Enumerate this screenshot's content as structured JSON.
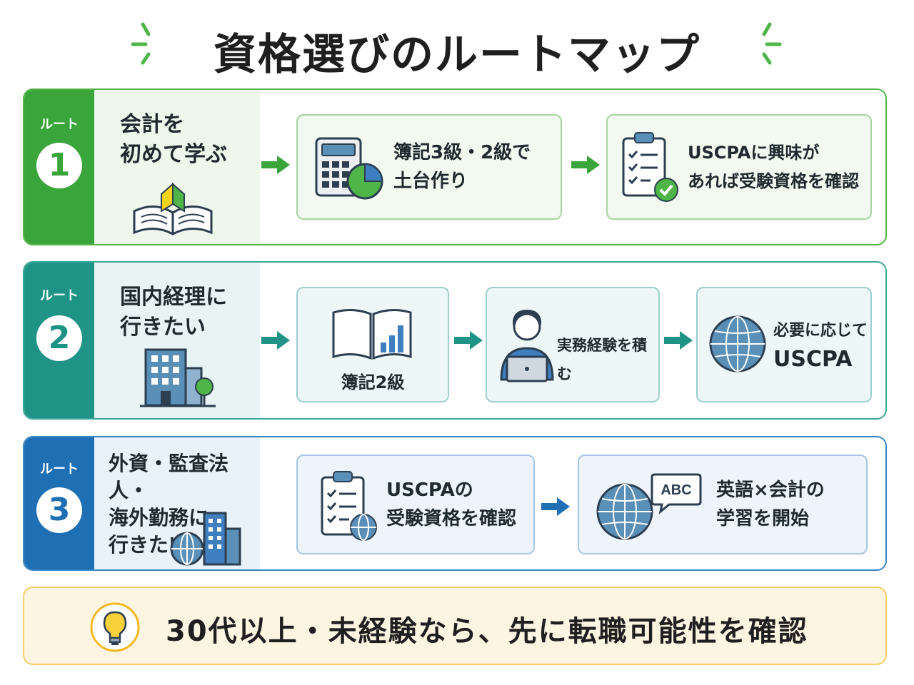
{
  "title": "資格選びのルートマップ",
  "colors": {
    "route1": "#3aa53a",
    "route2": "#1f9486",
    "route3": "#1f6fb4",
    "banner_bg": "#fdf5e1",
    "banner_border": "#f2cf6a"
  },
  "routes": [
    {
      "label": "ルート",
      "number": "1",
      "intro": [
        "会計を",
        "初めて学ぶ"
      ],
      "intro_icon": "open-book-beginner-mark-icon",
      "steps": [
        {
          "lines": [
            "簿記3級・2級で",
            "土台作り"
          ],
          "icon": "calculator-pie-chart-icon"
        },
        {
          "lines": [
            "USCPAに興味が",
            "あれば受験資格を確認"
          ],
          "icon": "clipboard-checklist-check-icon"
        }
      ]
    },
    {
      "label": "ルート",
      "number": "2",
      "intro": [
        "国内経理に",
        "行きたい"
      ],
      "intro_icon": "office-building-icon",
      "steps": [
        {
          "lines": [
            "簿記2級"
          ],
          "icon": "open-book-bar-chart-icon"
        },
        {
          "lines": [
            "実務経験を積む"
          ],
          "icon": "person-laptop-icon"
        },
        {
          "lines": [
            "必要に応じて",
            "USCPA"
          ],
          "icon": "globe-icon"
        }
      ]
    },
    {
      "label": "ルート",
      "number": "3",
      "intro": [
        "外資・監査法人・",
        "海外勤務に",
        "行きたい"
      ],
      "intro_icon": "globe-buildings-icon",
      "steps": [
        {
          "lines": [
            "USCPAの",
            "受験資格を確認"
          ],
          "icon": "clipboard-globe-icon"
        },
        {
          "lines": [
            "英語×会計の",
            "学習を開始"
          ],
          "icon": "globe-abc-speech-icon",
          "bubble": "ABC"
        }
      ]
    }
  ],
  "banner": {
    "text": "30代以上・未経験なら、先に転職可能性を確認",
    "icon": "lightbulb-icon"
  }
}
